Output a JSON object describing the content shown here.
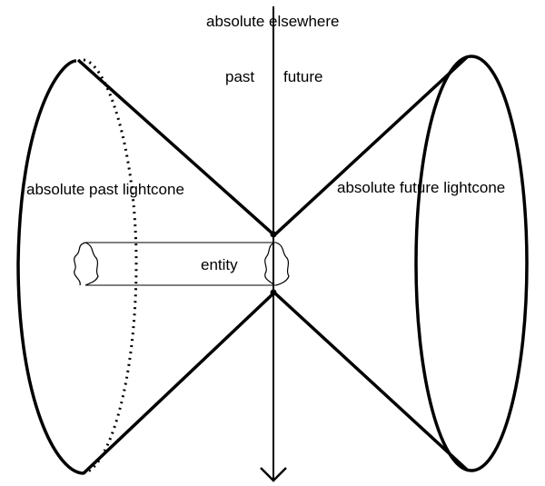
{
  "labels": {
    "absolute_elsewhere": "absolute elsewhere",
    "past": "past",
    "future": "future",
    "absolute_past_lightcone": "absolute past lightcone",
    "absolute_future_lightcone": "absolute future lightcone",
    "entity": "entity"
  },
  "colors": {
    "ink": "#000000",
    "background": "#ffffff"
  }
}
